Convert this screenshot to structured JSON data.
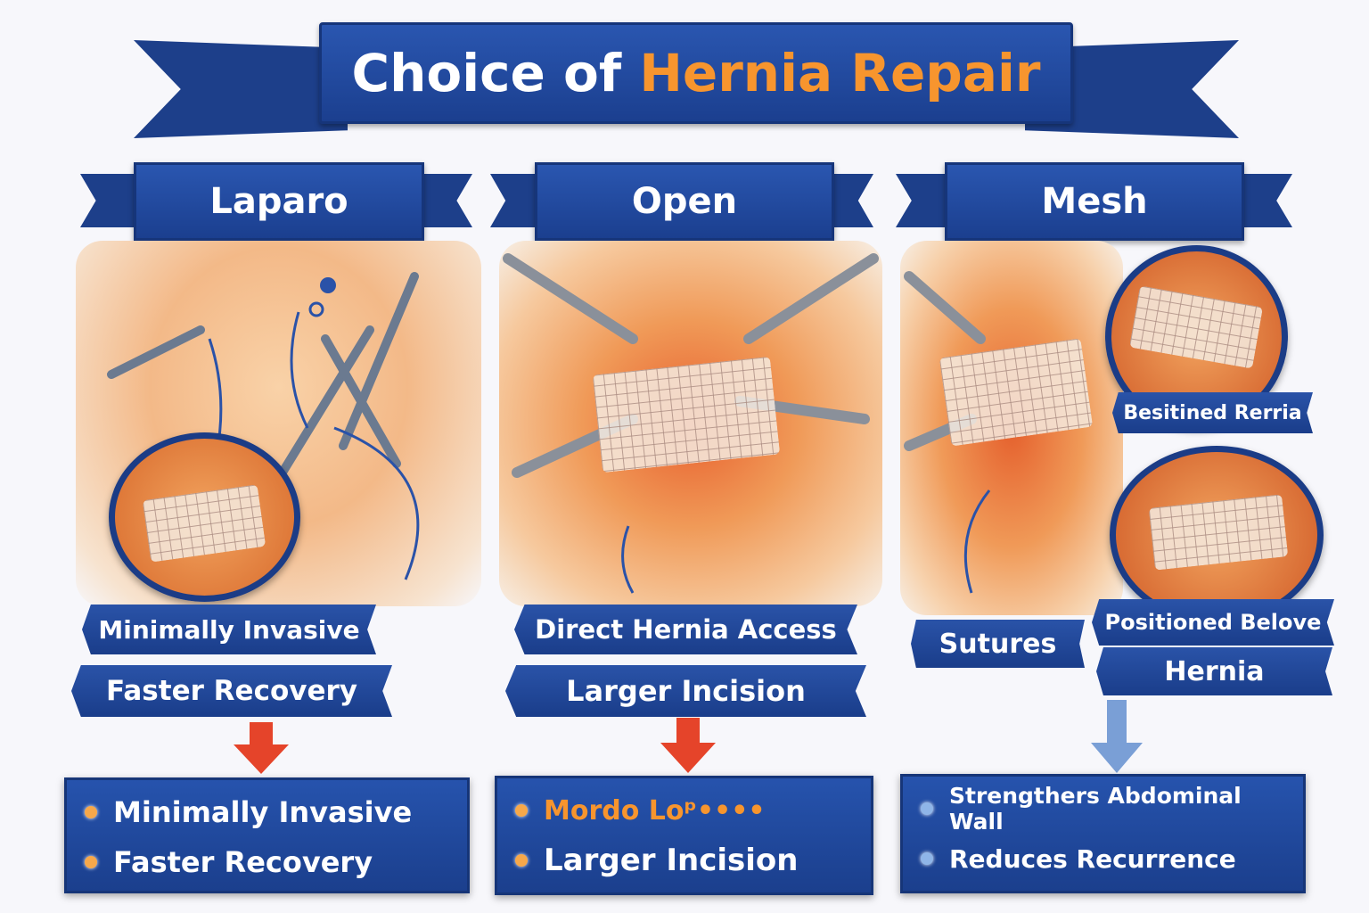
{
  "title": {
    "part1": "Choice of",
    "part2": "Hernia Repair"
  },
  "colors": {
    "ribbon_blue": "#1f4aa0",
    "accent_orange": "#f7952e",
    "arrow_red": "#e5442a",
    "arrow_light_blue": "#7a9fd6"
  },
  "columns": [
    {
      "header": "Laparo",
      "labels": [
        "Minimally Invasive",
        "Faster Recovery"
      ],
      "bullets": [
        "Minimally Invasive",
        "Faster Recovery"
      ]
    },
    {
      "header": "Open",
      "labels": [
        "Direct Hernia Access",
        "Larger Incision"
      ],
      "bullets": [
        "Mordo Loᵖ••••",
        "Larger Incision"
      ]
    },
    {
      "header": "Mesh",
      "inset_label": "Besitined Rerria",
      "labels": [
        "Sutures",
        "Positioned Belove",
        "Hernia"
      ],
      "bullets": [
        "Strengthers Abdominal Wall",
        "Reduces Recurrence"
      ]
    }
  ],
  "icons": [
    "arrow-down-icon",
    "bullet-dot-icon",
    "surgical-mesh-icon",
    "laparoscope-icon",
    "retractor-icon"
  ]
}
